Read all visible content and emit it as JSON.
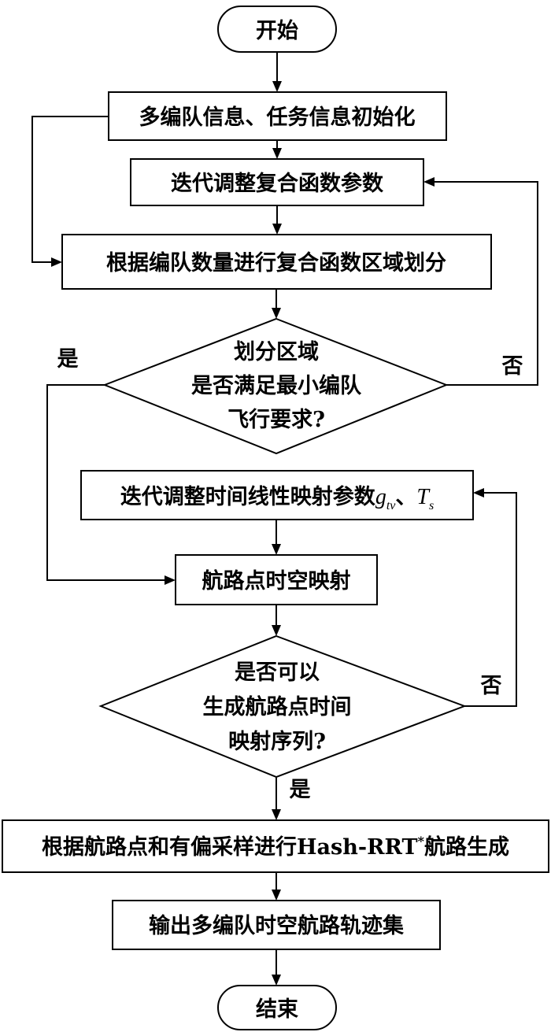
{
  "flowchart": {
    "start": "开始",
    "init": "多编队信息、任务信息初始化",
    "adjust_composite": "迭代调整复合函数参数",
    "partition": "根据编队数量进行复合函数区域划分",
    "decision1": {
      "line1": "划分区域",
      "line2": "是否满足最小编队",
      "line3": "飞行要求?"
    },
    "decision1_yes": "是",
    "decision1_no": "否",
    "adjust_time": {
      "prefix": "迭代调整时间线性映射参数",
      "g_symbol": "g",
      "g_sub": "tv",
      "separator": "、",
      "t_symbol": "T",
      "t_sub": "s"
    },
    "mapping": "航路点时空映射",
    "decision2": {
      "line1": "是否可以",
      "line2": "生成航路点时间",
      "line3": "映射序列?"
    },
    "decision2_no": "否",
    "decision2_yes": "是",
    "generate": {
      "prefix": "根据航路点和有偏采样进行Hash-RRT",
      "sup": "*",
      "suffix": "航路生成"
    },
    "output": "输出多编队时空航路轨迹集",
    "end": "结束"
  }
}
